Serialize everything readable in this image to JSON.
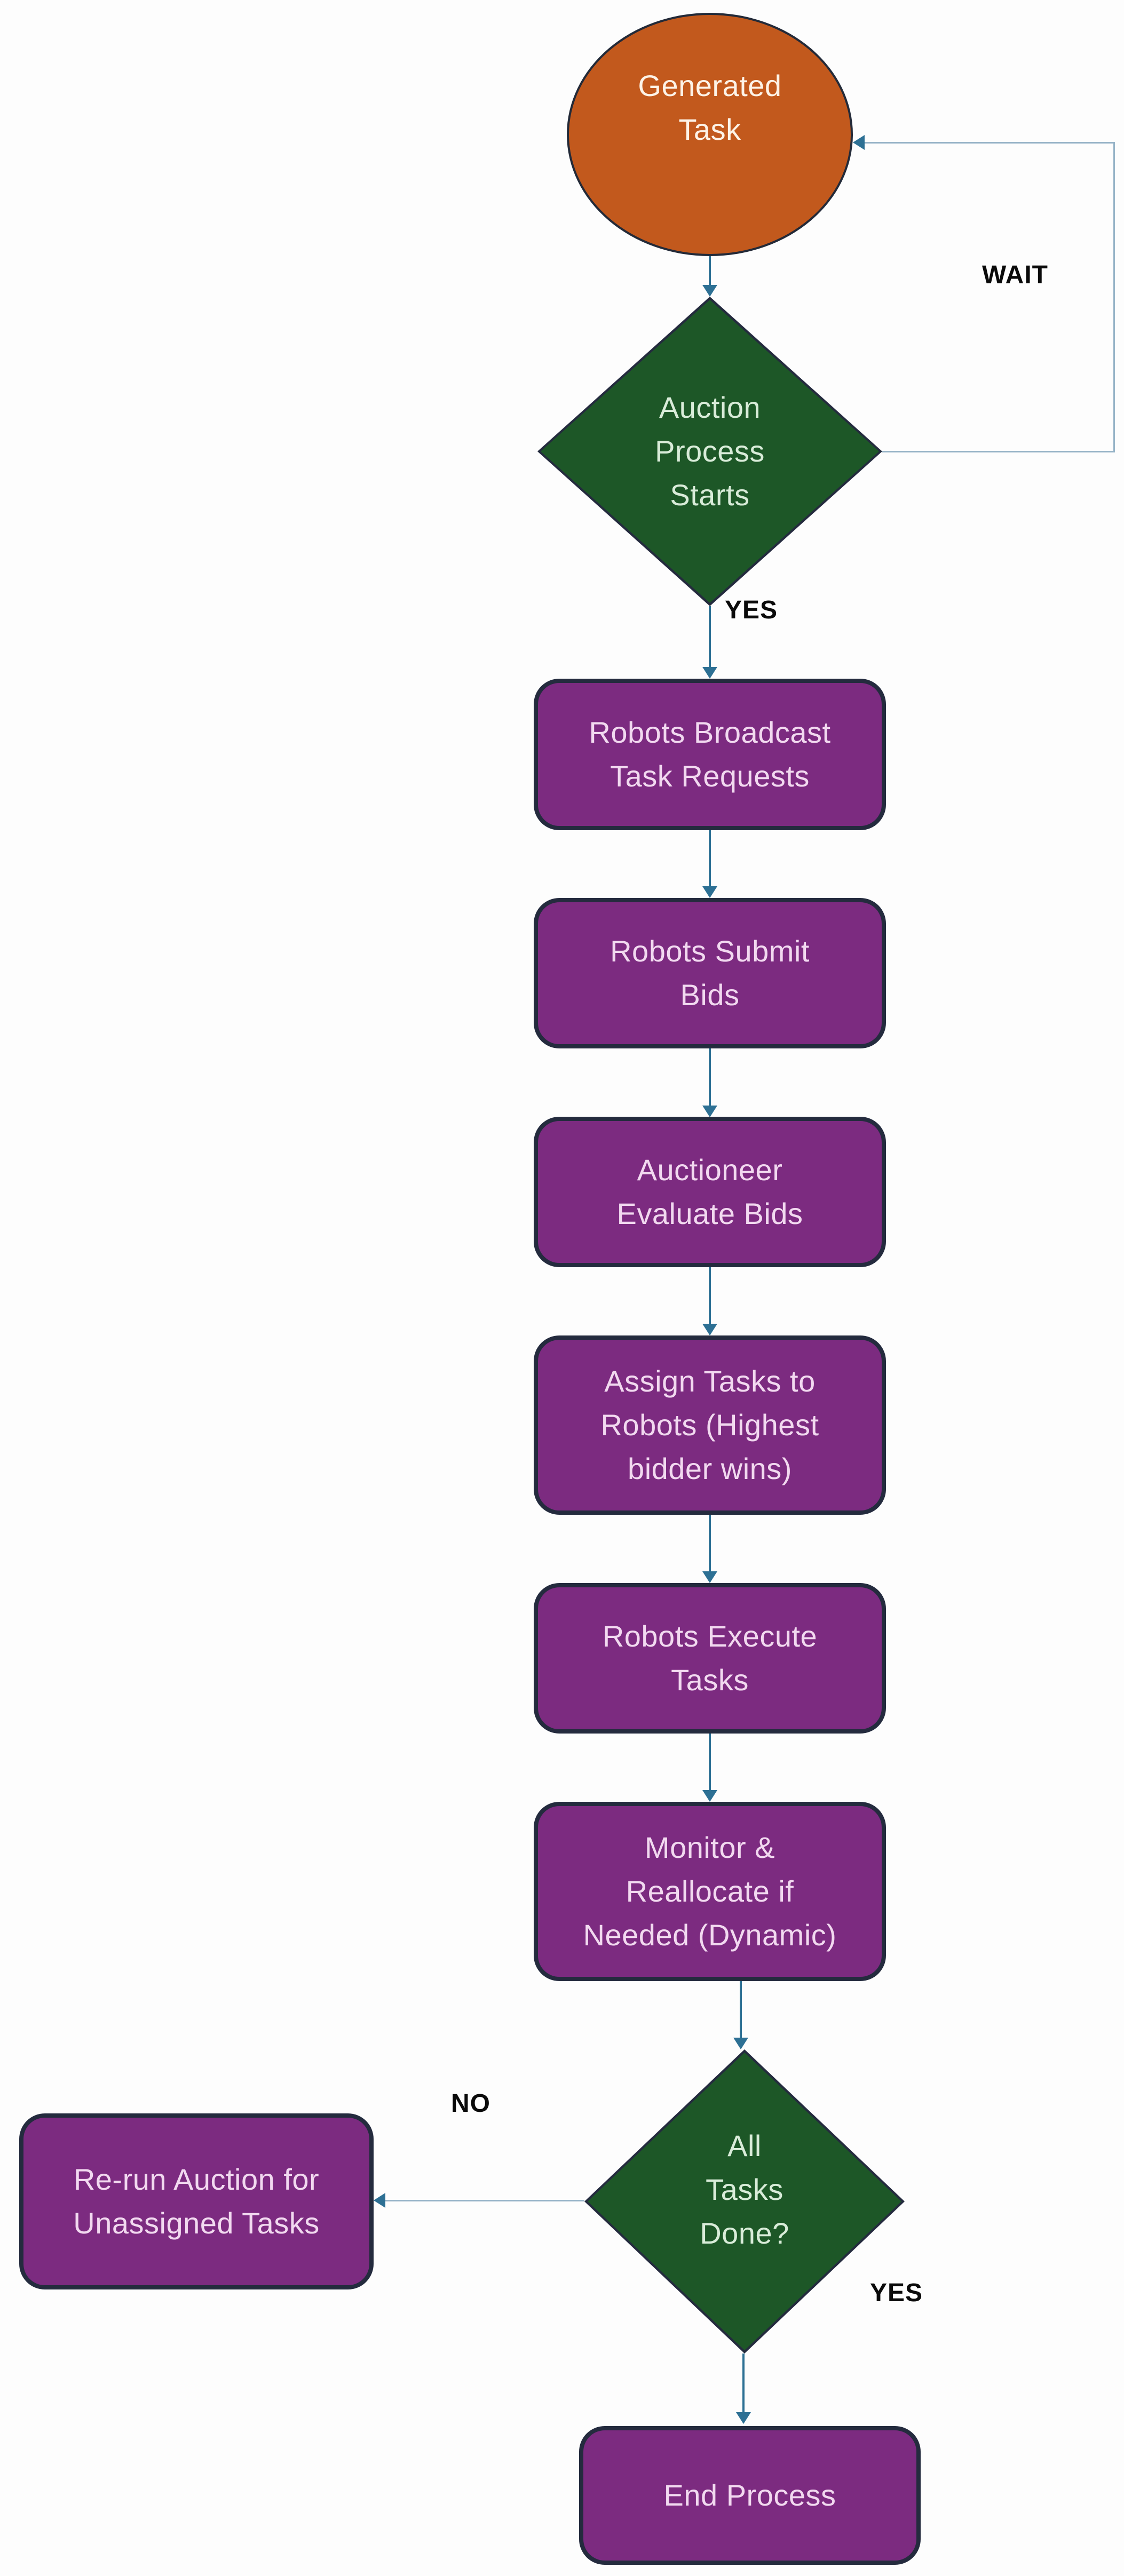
{
  "diagram": {
    "nodes": {
      "generated_task": {
        "type": "start",
        "shape": "ellipse",
        "lines": [
          "Generated",
          "Task"
        ]
      },
      "auction_process_starts": {
        "type": "decision",
        "shape": "diamond",
        "lines": [
          "Auction",
          "Process",
          "Starts"
        ]
      },
      "robots_broadcast": {
        "type": "process",
        "shape": "rounded-rect",
        "lines": [
          "Robots Broadcast",
          "Task Requests"
        ]
      },
      "robots_submit_bids": {
        "type": "process",
        "shape": "rounded-rect",
        "lines": [
          "Robots Submit",
          "Bids"
        ]
      },
      "auctioneer_evaluate_bids": {
        "type": "process",
        "shape": "rounded-rect",
        "lines": [
          "Auctioneer",
          "Evaluate Bids"
        ]
      },
      "assign_tasks": {
        "type": "process",
        "shape": "rounded-rect",
        "lines": [
          "Assign Tasks to",
          "Robots (Highest",
          "bidder wins)"
        ]
      },
      "robots_execute_tasks": {
        "type": "process",
        "shape": "rounded-rect",
        "lines": [
          "Robots Execute",
          "Tasks"
        ]
      },
      "monitor_reallocate": {
        "type": "process",
        "shape": "rounded-rect",
        "lines": [
          "Monitor &",
          "Reallocate if",
          "Needed (Dynamic)"
        ]
      },
      "all_tasks_done": {
        "type": "decision",
        "shape": "diamond",
        "lines": [
          "All",
          "Tasks",
          "Done?"
        ]
      },
      "rerun_auction": {
        "type": "process",
        "shape": "rounded-rect",
        "lines": [
          "Re-run Auction for",
          "Unassigned Tasks"
        ]
      },
      "end_process": {
        "type": "terminator",
        "shape": "rounded-rect",
        "lines": [
          "End Process"
        ]
      }
    },
    "edge_labels": {
      "wait": "WAIT",
      "yes_auction_starts": "YES",
      "no_tasks_remaining": "NO",
      "yes_all_done": "YES"
    },
    "colors": {
      "node-orange": "#c2591d",
      "node-green": "#1d5727",
      "node-purple": "#7c2b80",
      "node-border": "#242b3e",
      "arrow": "#2d7094",
      "loop-line": "#96b3c7",
      "label-text": "#0a0a0a",
      "text-on-purple": "#f2d9f0",
      "text-on-green": "#d9ecd9",
      "text-on-orange": "#fdf3e7",
      "page-bg": "#fdfdfd"
    }
  }
}
